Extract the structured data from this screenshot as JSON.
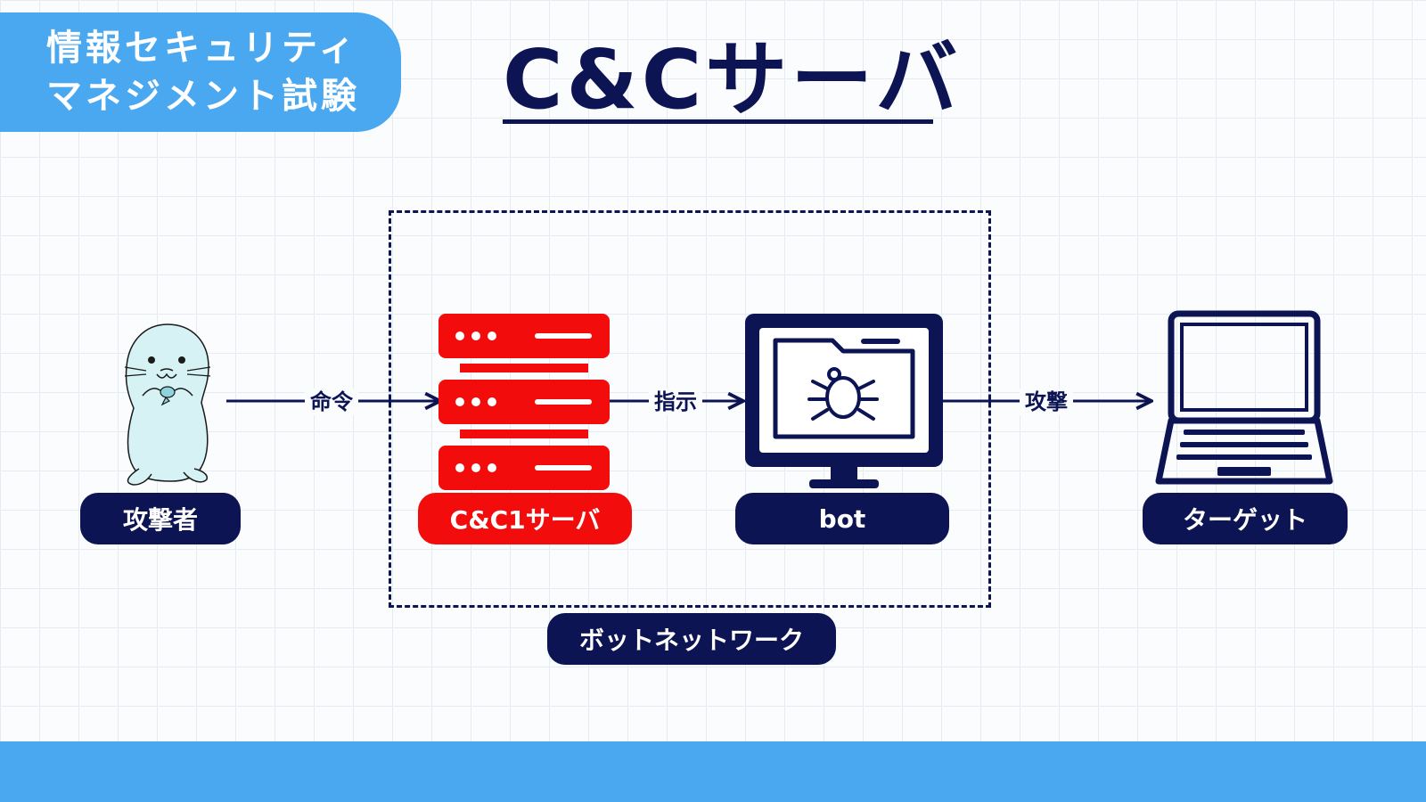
{
  "badge": {
    "line1": "情報セキュリティ",
    "line2": "マネジメント試験"
  },
  "title": "C&Cサーバ",
  "nodes": {
    "attacker": "攻撃者",
    "cc_server": "C&C1サーバ",
    "bot": "bot",
    "target": "ターゲット"
  },
  "arrows": {
    "command": "命令",
    "instruct": "指示",
    "attack": "攻撃"
  },
  "network_label": "ボットネットワーク",
  "colors": {
    "navy": "#0d1454",
    "red": "#f20c0c",
    "accent": "#4aa8f0",
    "seal": "#d6f2f4"
  }
}
